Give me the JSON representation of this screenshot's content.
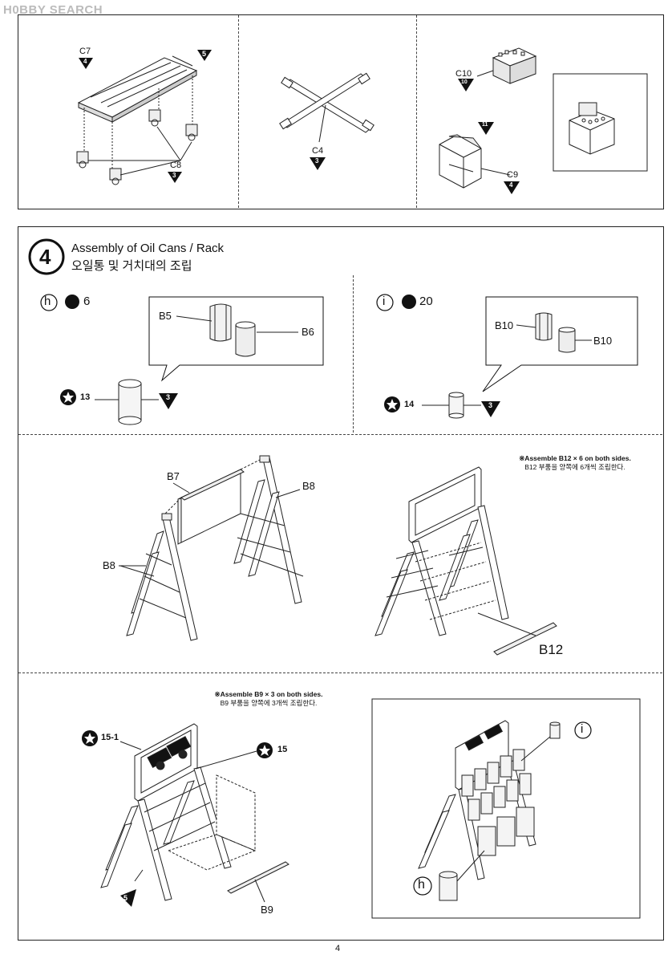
{
  "watermark": "H0BBY SEARCH",
  "top_panel": {
    "labels": {
      "c7": "C7",
      "c7_num": "4",
      "t5": "5",
      "c8": "C8",
      "c8_num": "3",
      "c4": "C4",
      "c4_num": "3",
      "c10": "C10",
      "c10_num": "10",
      "t11": "11",
      "c9": "C9",
      "c9_num": "4"
    }
  },
  "step": {
    "number": "4",
    "title_en": "Assembly of Oil Cans / Rack",
    "title_ko": "오일통 및 거치대의 조립"
  },
  "sub_h": {
    "letter": "h",
    "qty": "6",
    "b5": "B5",
    "b6": "B6",
    "decal": "13",
    "tri": "3"
  },
  "sub_i": {
    "letter": "i",
    "qty": "20",
    "b10a": "B10",
    "b10b": "B10",
    "decal": "14",
    "tri": "3"
  },
  "rack_mid": {
    "b7": "B7",
    "b8a": "B8",
    "b8b": "B8",
    "b12": "B12",
    "note_en": "※Assemble B12 × 6 on both sides.",
    "note_ko": "B12 부품을 양쪽에 6개씩 조립한다."
  },
  "rack_bottom": {
    "note_en": "※Assemble B9 × 3 on both sides.",
    "note_ko": "B9 부품을 양쪽에 3개씩 조립한다.",
    "decal_a": "15-1",
    "decal_b": "15",
    "tri": "5",
    "b9": "B9",
    "final_i": "i",
    "final_h": "h"
  },
  "page_number": "4"
}
